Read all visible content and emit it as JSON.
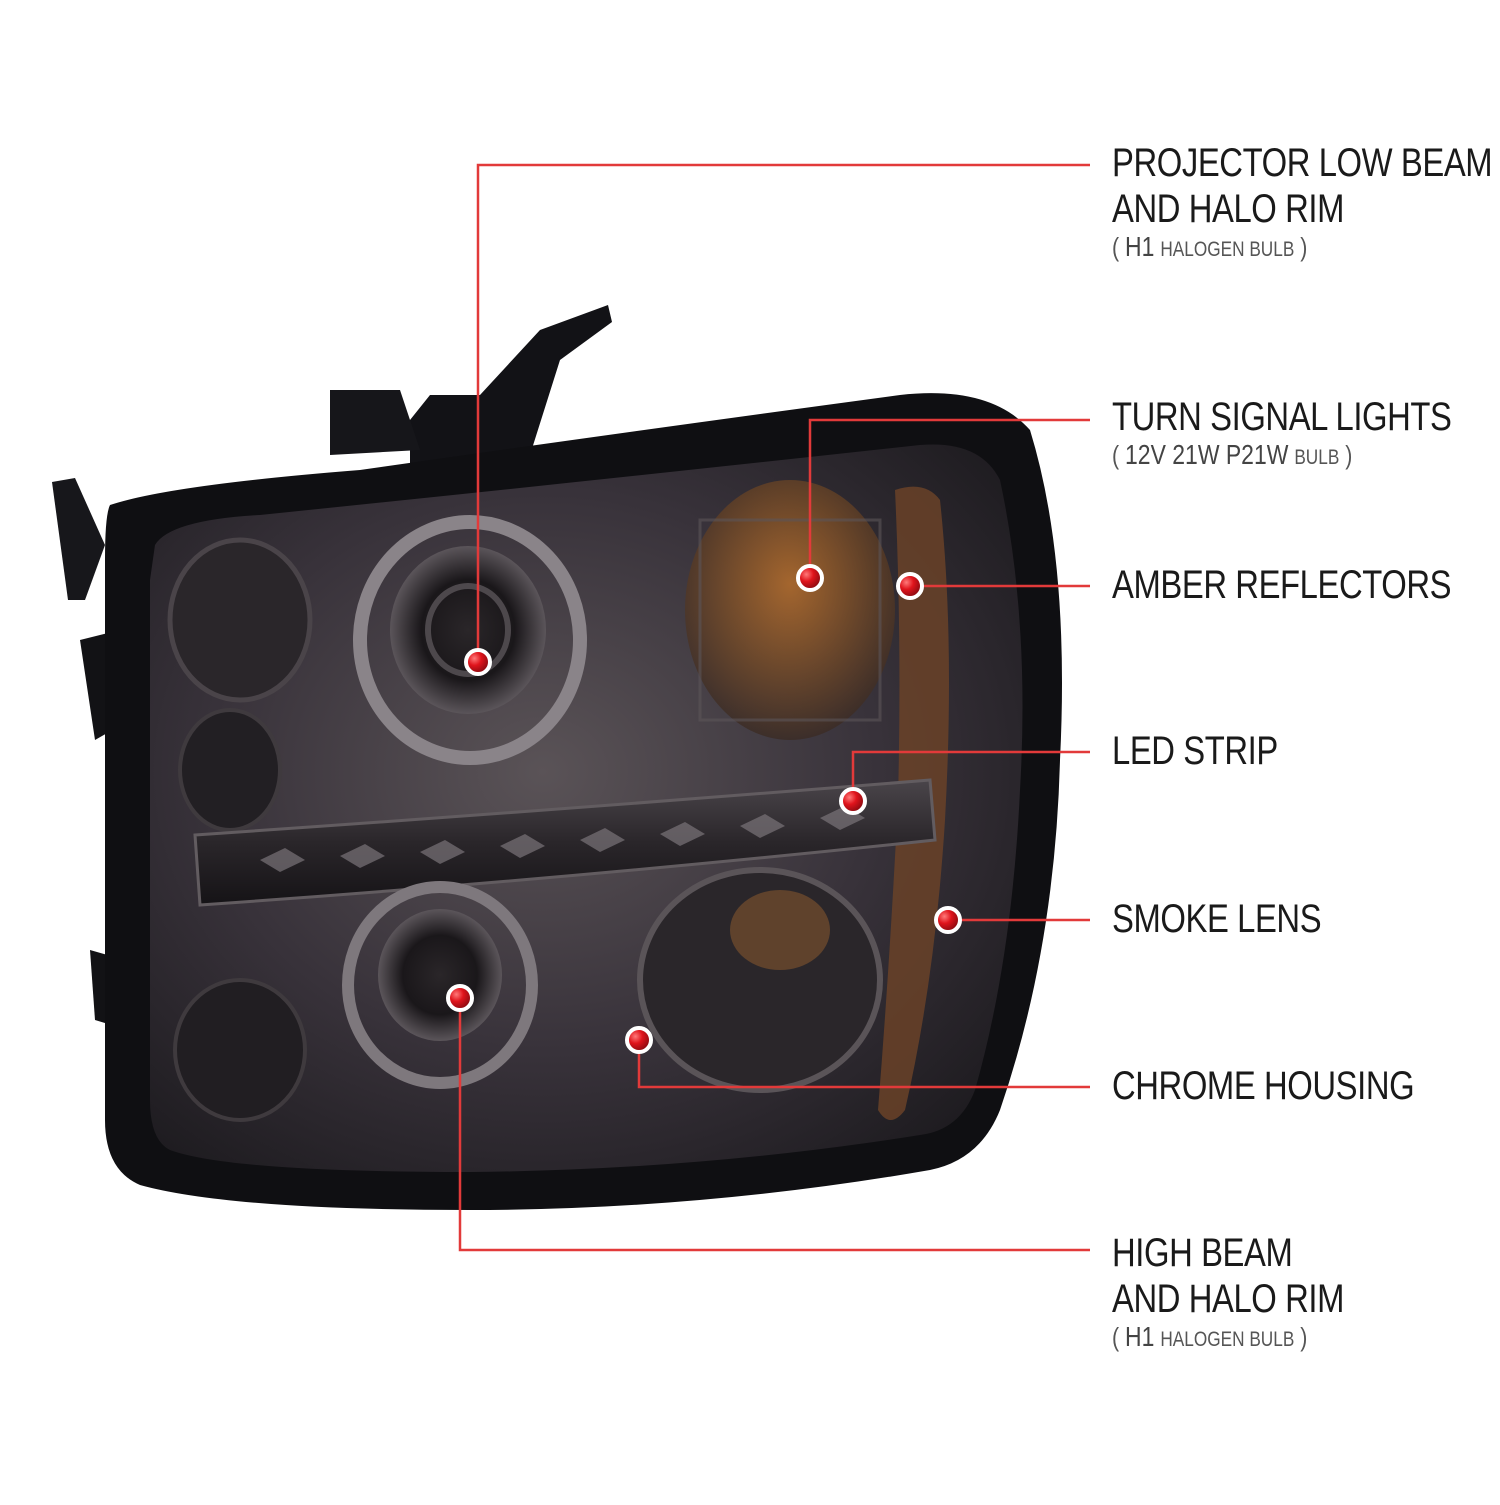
{
  "callouts": [
    {
      "id": "projector-low-beam",
      "title_lines": [
        "PROJECTOR LOW BEAM",
        "AND HALO RIM"
      ],
      "sub": {
        "open": "(",
        "spec": "H1",
        "rest": "HALOGEN BULB",
        "close": ")"
      }
    },
    {
      "id": "turn-signal",
      "title_lines": [
        "TURN SIGNAL LIGHTS"
      ],
      "sub": {
        "open": "(",
        "spec": "12V  21W  P21W",
        "rest": "BULB",
        "close": ")"
      }
    },
    {
      "id": "amber-reflectors",
      "title_lines": [
        "AMBER REFLECTORS"
      ]
    },
    {
      "id": "led-strip",
      "title_lines": [
        "LED STRIP"
      ]
    },
    {
      "id": "smoke-lens",
      "title_lines": [
        "SMOKE LENS"
      ]
    },
    {
      "id": "chrome-housing",
      "title_lines": [
        "CHROME HOUSING"
      ]
    },
    {
      "id": "high-beam",
      "title_lines": [
        "HIGH BEAM",
        "AND HALO RIM"
      ],
      "sub": {
        "open": "(",
        "spec": "H1",
        "rest": "HALOGEN BULB",
        "close": ")"
      }
    }
  ],
  "colors": {
    "background": "#ffffff",
    "leader_line": "#e23a3a",
    "marker": "#d8141c",
    "housing_dark": "#141418",
    "lens_smoke": "#3a3538",
    "amber": "#b8641a",
    "label_text": "#1a1a1a",
    "sub_text": "#555555"
  }
}
